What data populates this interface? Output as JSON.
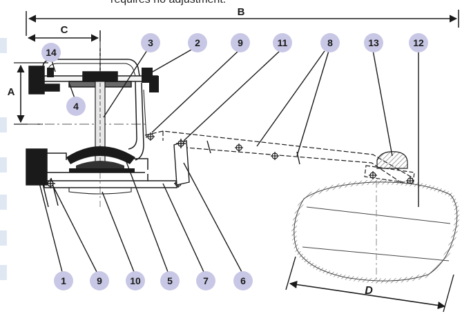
{
  "header_text": "requires no adjustment.",
  "dimensions": {
    "A": "A",
    "B": "B",
    "C": "C",
    "D": "D"
  },
  "callouts": [
    "14",
    "4",
    "3",
    "2",
    "9",
    "11",
    "8",
    "13",
    "12",
    "1",
    "9",
    "10",
    "5",
    "7",
    "6"
  ],
  "colors": {
    "callout_fill": "#c8c8e6",
    "callout_text": "#1a1a1a",
    "line": "#1a1a1a",
    "hatch": "#9a9a9a",
    "side_strip": "#dfe8f2"
  }
}
